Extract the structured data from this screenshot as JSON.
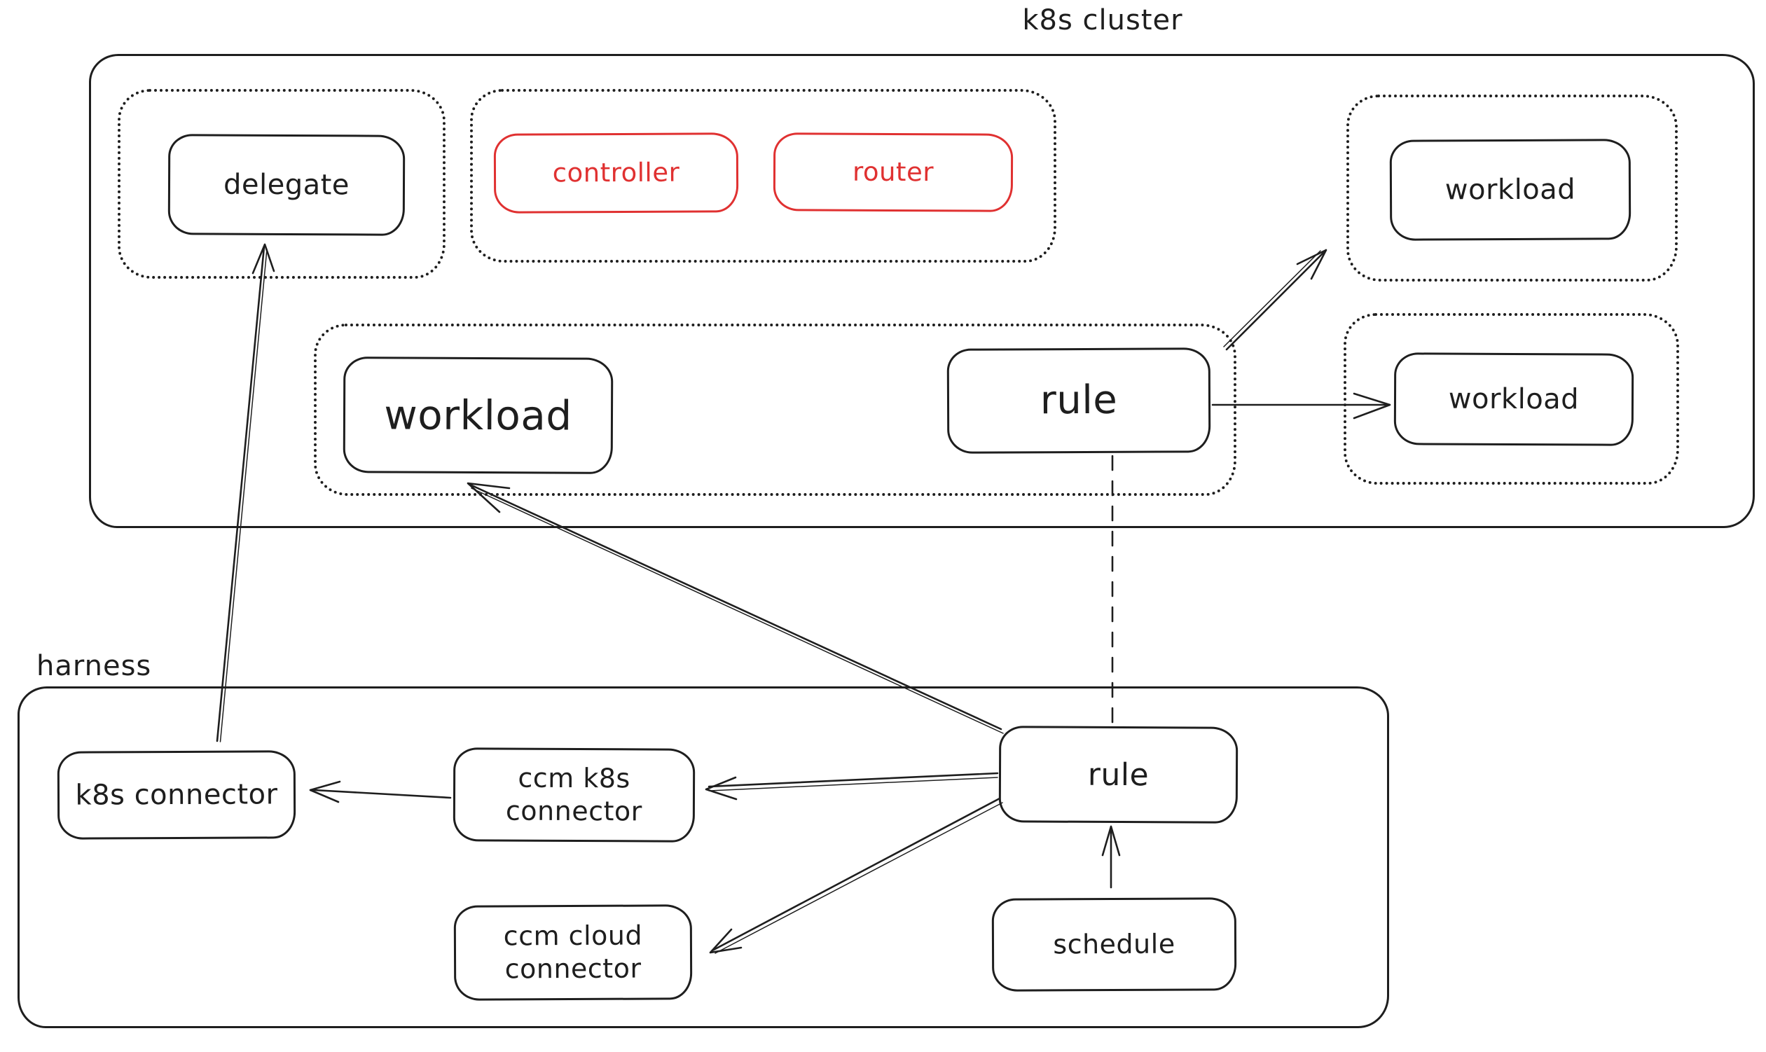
{
  "canvas": {
    "background": "#ffffff",
    "stroke_color": "#1e1e1e",
    "accent_color": "#e03131"
  },
  "k8s_cluster": {
    "title": "k8s cluster",
    "delegate": {
      "label": "delegate"
    },
    "controller": {
      "label": "controller"
    },
    "router": {
      "label": "router"
    },
    "workload_top": {
      "label": "workload"
    },
    "workload_main": {
      "label": "workload"
    },
    "rule": {
      "label": "rule"
    },
    "workload_side": {
      "label": "workload"
    }
  },
  "harness": {
    "title": "harness",
    "k8s_connector": {
      "label": "k8s connector"
    },
    "ccm_k8s_connector": {
      "label": "ccm k8s connector"
    },
    "ccm_cloud_connector": {
      "label": "ccm cloud connector"
    },
    "rule": {
      "label": "rule"
    },
    "schedule": {
      "label": "schedule"
    }
  },
  "connections": [
    {
      "from": "harness.k8s_connector",
      "to": "k8s_cluster.delegate",
      "style": "solid-arrow"
    },
    {
      "from": "harness.rule",
      "to": "k8s_cluster.workload_main",
      "style": "solid-arrow"
    },
    {
      "from": "harness.rule",
      "to": "harness.ccm_k8s_connector",
      "style": "solid-arrow"
    },
    {
      "from": "harness.rule",
      "to": "harness.ccm_cloud_connector",
      "style": "solid-arrow"
    },
    {
      "from": "harness.ccm_k8s_connector",
      "to": "harness.k8s_connector",
      "style": "solid-arrow"
    },
    {
      "from": "harness.schedule",
      "to": "harness.rule",
      "style": "solid-arrow"
    },
    {
      "from": "k8s_cluster.rule",
      "to": "k8s_cluster.workload_top",
      "style": "solid-arrow"
    },
    {
      "from": "k8s_cluster.rule",
      "to": "k8s_cluster.workload_side",
      "style": "solid-arrow"
    },
    {
      "from": "k8s_cluster.rule",
      "to": "harness.rule",
      "style": "dashed-line"
    }
  ]
}
